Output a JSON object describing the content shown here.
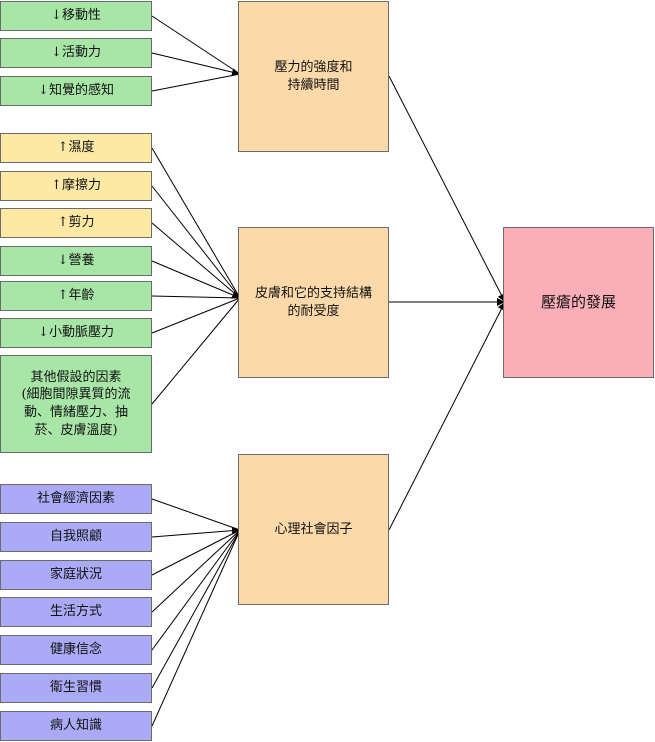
{
  "colors": {
    "green": "#a8e6a8",
    "yellow": "#fde8a4",
    "blue": "#aaaaf6",
    "peach": "#fcd9a9",
    "pink": "#f9aeb8",
    "line": "#000000"
  },
  "factors": {
    "mobility": "↓移動性",
    "activity": "↓活動力",
    "perception": "↓知覺的感知",
    "moisture": "↑濕度",
    "friction": "↑摩擦力",
    "shear": "↑剪力",
    "nutrition": "↓營養",
    "age": "↑年齡",
    "arteriolar": "↓小動脈壓力",
    "other": "其他假設的因素\n(細胞間隙異質的流\n動、情緒壓力、抽\n菸、皮膚溫度)",
    "socioeconomic": "社會經濟因素",
    "selfcare": "自我照顧",
    "family": "家庭狀況",
    "lifestyle": "生活方式",
    "belief": "健康信念",
    "hygiene": "衛生習慣",
    "knowledge": "病人知識"
  },
  "mid": {
    "pressure": "壓力的強度和\n持續時間",
    "tolerance": "皮膚和它的支持結構\n的耐受度",
    "psychosocial": "心理社會因子"
  },
  "outcome": "壓瘡的發展"
}
